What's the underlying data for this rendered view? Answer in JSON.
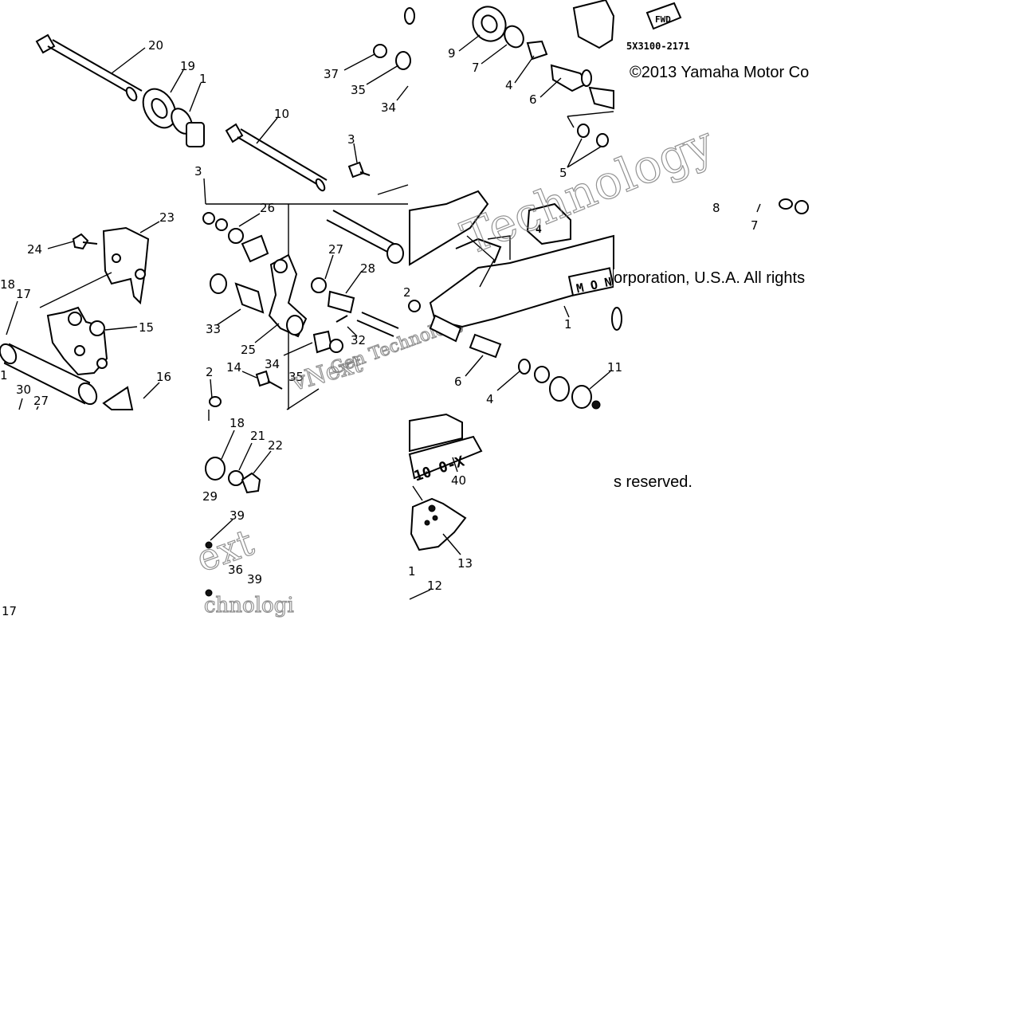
{
  "diagram_code": "5X3100-2171",
  "fwd_label": "FWD",
  "brand_labels": {
    "mon": "M O N",
    "model": "10 0-X"
  },
  "copyright": {
    "line1": "©2013 Yamaha Motor Co",
    "line2": "orporation, U.S.A. All rights",
    "line3": "s reserved."
  },
  "watermarks": [
    "Technology",
    "vNext",
    "Gen Technology",
    "ext",
    "chnologi"
  ],
  "callouts": {
    "c20": "20",
    "c19": "19",
    "c1a": "1",
    "c10": "10",
    "c3a": "3",
    "c37": "37",
    "c35a": "35",
    "c34a": "34",
    "c9": "9",
    "c7a": "7",
    "c4a": "4",
    "c6a": "6",
    "c5": "5",
    "c8": "8",
    "c7b": "7",
    "c3b": "3",
    "c26": "26",
    "c23": "23",
    "c24": "24",
    "c18a": "18",
    "c17a": "17",
    "c15": "15",
    "c16": "16",
    "c30": "30",
    "c27a": "27",
    "c1b": "1",
    "c27b": "27",
    "c28": "28",
    "c33": "33",
    "c25": "25",
    "c34b": "34",
    "c35b": "35",
    "c32": "32",
    "c14": "14",
    "c2a": "2",
    "c2b": "2",
    "c1c": "1",
    "c6b": "6",
    "c4b": "4",
    "c18b": "18",
    "c21": "21",
    "c22": "22",
    "c29": "29",
    "c39a": "39",
    "c36": "36",
    "c39b": "39",
    "c17b": "17",
    "c40": "40",
    "c13": "13",
    "c12": "12",
    "c1d": "1",
    "c11": "11"
  }
}
